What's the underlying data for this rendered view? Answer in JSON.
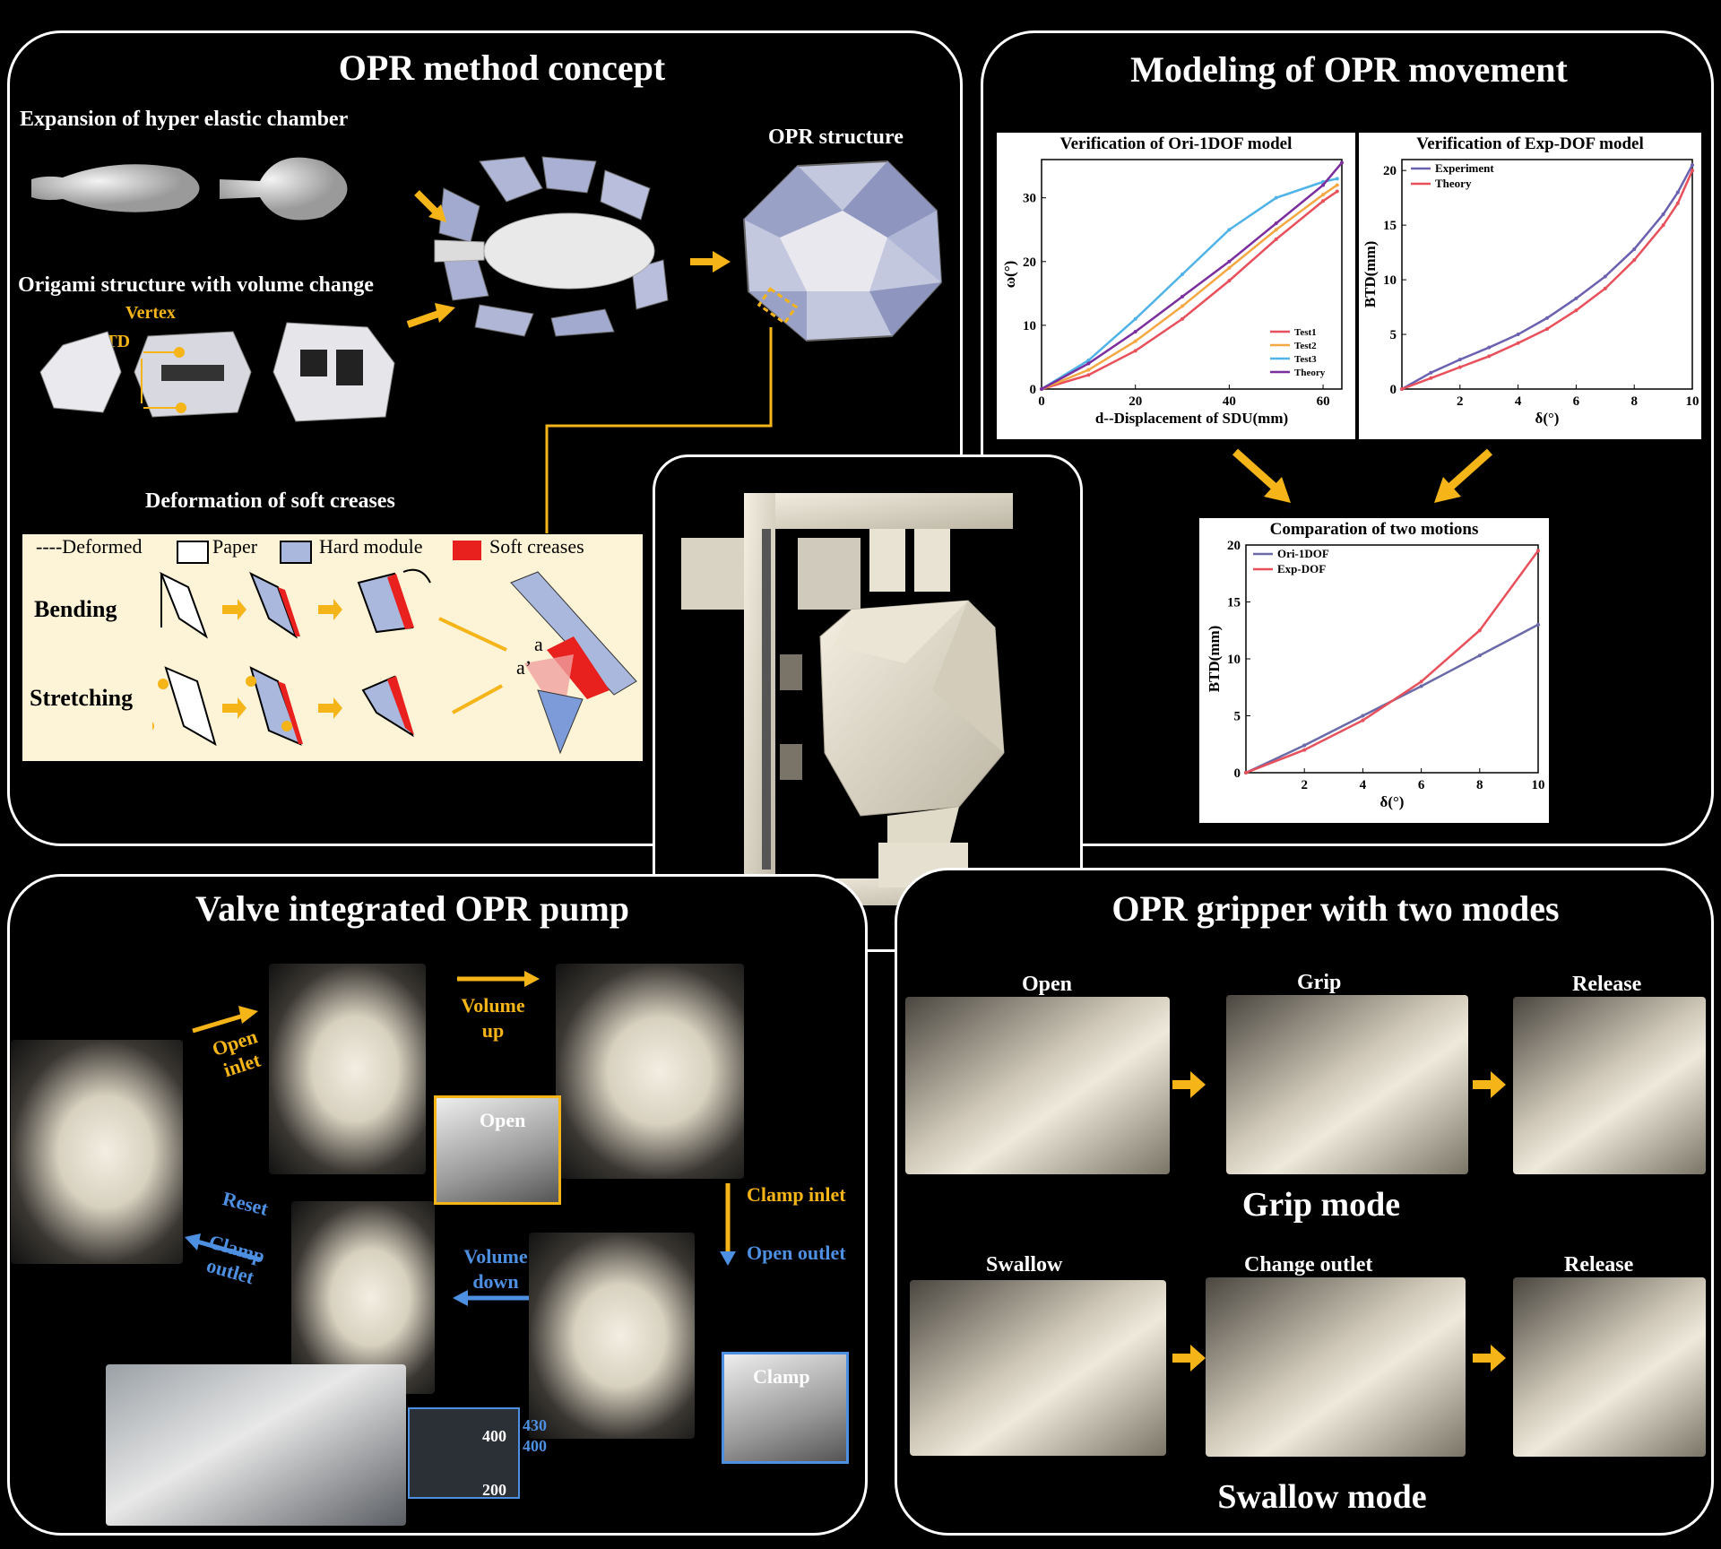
{
  "panels": {
    "concept": {
      "title": "OPR method concept",
      "expansion_label": "Expansion of hyper elastic chamber",
      "origami_label": "Origami structure with volume change",
      "opr_structure_label": "OPR structure",
      "btd_label": "BTD",
      "vertex_label": "Vertex",
      "deformation_label": "Deformation of soft creases",
      "legend": {
        "deformed": "----Deformed",
        "paper": "Paper",
        "hard_module": "Hard module",
        "soft_creases": "Soft creases"
      },
      "bending_label": "Bending",
      "stretching_label": "Stretching",
      "a_label": "a",
      "a_prime_label": "a’"
    },
    "modeling": {
      "title": "Modeling of OPR movement"
    },
    "pump": {
      "title": "Valve integrated OPR pump",
      "open_inlet": "Open inlet",
      "volume_up": "Volume up",
      "open_inset": "Open",
      "clamp_inlet": "Clamp inlet",
      "open_outlet": "Open outlet",
      "volume_down": "Volume down",
      "reset": "Reset",
      "clamp_outlet": "Clamp outlet",
      "clamp_inset": "Clamp",
      "scale_430": "430",
      "scale_400": "400",
      "beaker_400": "400",
      "beaker_200": "200"
    },
    "gripper": {
      "title": "OPR gripper with two modes",
      "open": "Open",
      "grip": "Grip",
      "release1": "Release",
      "grip_mode": "Grip mode",
      "swallow": "Swallow",
      "change_outlet": "Change outlet",
      "release2": "Release",
      "swallow_mode": "Swallow mode"
    }
  },
  "colors": {
    "accent_yellow": "#f5b417",
    "accent_blue": "#4d8fe0",
    "soft_crease_red": "#e8201e",
    "hard_module_blue": "#a9b8dc"
  },
  "chart_data": [
    {
      "type": "line",
      "title": "Verification of Ori-1DOF model",
      "xlabel": "d--Displacement of SDU(mm)",
      "ylabel": "ω(°)",
      "xlim": [
        0,
        64
      ],
      "ylim": [
        0,
        36
      ],
      "xticks": [
        0,
        20,
        40,
        60
      ],
      "yticks": [
        0,
        10,
        20,
        30
      ],
      "legend_position": "bottom-right",
      "series": [
        {
          "name": "Test1",
          "color": "#e8505b",
          "x": [
            0,
            10,
            20,
            30,
            40,
            50,
            60,
            63
          ],
          "y": [
            0,
            2.2,
            6,
            11,
            17,
            23.5,
            29.5,
            31
          ]
        },
        {
          "name": "Test2",
          "color": "#f5a742",
          "x": [
            0,
            10,
            20,
            30,
            40,
            50,
            60,
            63
          ],
          "y": [
            0,
            3,
            7.5,
            13,
            19,
            25,
            30.5,
            32
          ]
        },
        {
          "name": "Test3",
          "color": "#4fb3e8",
          "x": [
            0,
            10,
            20,
            30,
            40,
            50,
            60,
            63
          ],
          "y": [
            0,
            4.5,
            11,
            18,
            25,
            30,
            32.5,
            33
          ]
        },
        {
          "name": "Theory",
          "color": "#7b2f9e",
          "x": [
            0,
            10,
            20,
            30,
            40,
            50,
            60,
            64
          ],
          "y": [
            0,
            4,
            9,
            14.5,
            20,
            26,
            32,
            35.5
          ]
        }
      ]
    },
    {
      "type": "line",
      "title": "Verification of Exp-DOF model",
      "xlabel": "δ(°)",
      "ylabel": "BTD(mm)",
      "xlim": [
        0,
        10
      ],
      "ylim": [
        0,
        21
      ],
      "xticks": [
        2,
        4,
        6,
        8,
        10
      ],
      "yticks": [
        0,
        5,
        10,
        15,
        20
      ],
      "legend_position": "top-left",
      "series": [
        {
          "name": "Experiment",
          "color": "#6a62b0",
          "x": [
            0,
            1,
            2,
            3,
            4,
            5,
            6,
            7,
            8,
            9,
            9.5,
            10
          ],
          "y": [
            0,
            1.5,
            2.7,
            3.8,
            5,
            6.5,
            8.3,
            10.3,
            12.8,
            16,
            18,
            20.5
          ]
        },
        {
          "name": "Theory",
          "color": "#e8505b",
          "x": [
            0,
            1,
            2,
            3,
            4,
            5,
            6,
            7,
            8,
            9,
            9.5,
            10
          ],
          "y": [
            0,
            1,
            2,
            3,
            4.2,
            5.5,
            7.2,
            9.2,
            11.8,
            15,
            17,
            20
          ]
        }
      ]
    },
    {
      "type": "line",
      "title": "Comparation of two motions",
      "xlabel": "δ(°)",
      "ylabel": "BTD(mm)",
      "xlim": [
        0,
        10
      ],
      "ylim": [
        0,
        20
      ],
      "xticks": [
        2,
        4,
        6,
        8,
        10
      ],
      "yticks": [
        0,
        5,
        10,
        15,
        20
      ],
      "legend_position": "top-left",
      "series": [
        {
          "name": "Ori-1DOF",
          "color": "#6a6aa8",
          "x": [
            0,
            2,
            4,
            6,
            8,
            10
          ],
          "y": [
            0,
            2.4,
            5,
            7.6,
            10.3,
            13
          ]
        },
        {
          "name": "Exp-DOF",
          "color": "#e8505b",
          "x": [
            0,
            2,
            4,
            6,
            8,
            10
          ],
          "y": [
            0,
            2,
            4.6,
            8,
            12.5,
            19.5
          ]
        }
      ]
    }
  ]
}
